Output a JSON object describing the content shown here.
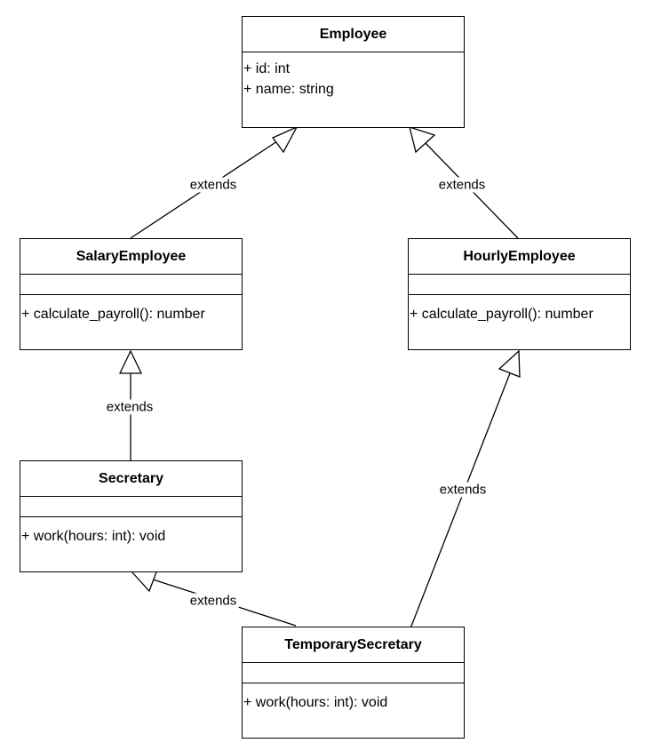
{
  "classes": {
    "employee": {
      "name": "Employee",
      "attributes": [
        "+ id: int",
        "+ name: string"
      ],
      "methods": []
    },
    "salary_employee": {
      "name": "SalaryEmployee",
      "attributes": [],
      "methods": [
        "+ calculate_payroll(): number"
      ]
    },
    "hourly_employee": {
      "name": "HourlyEmployee",
      "attributes": [],
      "methods": [
        "+ calculate_payroll(): number"
      ]
    },
    "secretary": {
      "name": "Secretary",
      "attributes": [],
      "methods": [
        "+ work(hours: int): void"
      ]
    },
    "temporary_secretary": {
      "name": "TemporarySecretary",
      "attributes": [],
      "methods": [
        "+ work(hours: int): void"
      ]
    }
  },
  "relations": [
    {
      "from": "salary_employee",
      "to": "employee",
      "label": "extends"
    },
    {
      "from": "hourly_employee",
      "to": "employee",
      "label": "extends"
    },
    {
      "from": "secretary",
      "to": "salary_employee",
      "label": "extends"
    },
    {
      "from": "temporary_secretary",
      "to": "hourly_employee",
      "label": "extends"
    },
    {
      "from": "temporary_secretary",
      "to": "secretary",
      "label": "extends"
    }
  ]
}
